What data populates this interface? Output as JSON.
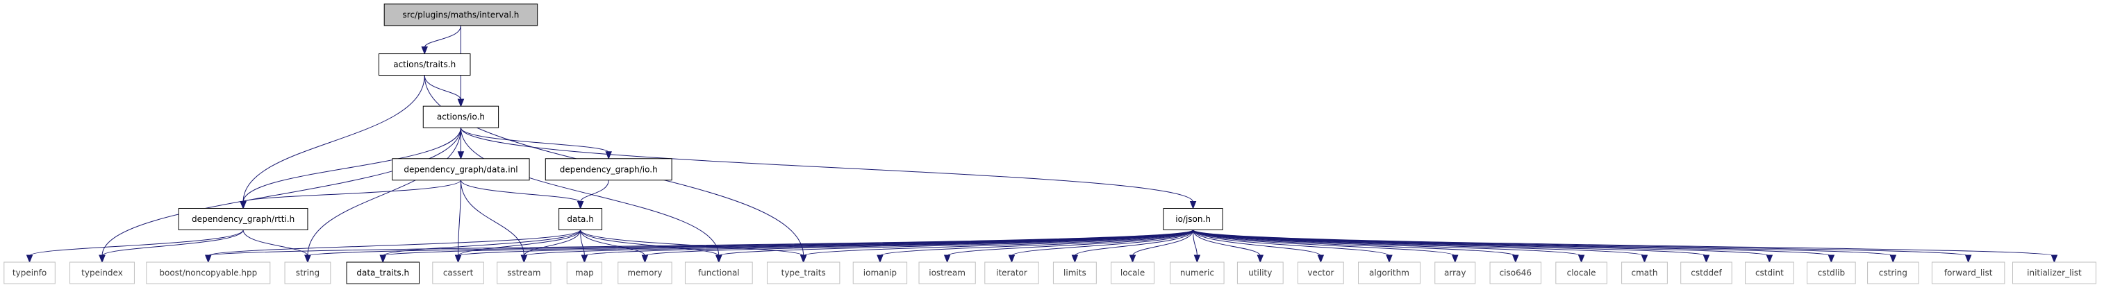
{
  "colors": {
    "edge": "#191970",
    "root_fill": "#bfbfbf",
    "internal_border": "#000000",
    "external_border": "#bfbfbf",
    "external_text": "#404040",
    "text": "#000000"
  },
  "nodes": [
    {
      "id": "interval",
      "label": "src/plugins/maths/interval.h",
      "kind": "root"
    },
    {
      "id": "traits",
      "label": "actions/traits.h",
      "kind": "internal"
    },
    {
      "id": "io",
      "label": "actions/io.h",
      "kind": "internal"
    },
    {
      "id": "dg_data_inl",
      "label": "dependency_graph/data.inl",
      "kind": "internal"
    },
    {
      "id": "dg_io",
      "label": "dependency_graph/io.h",
      "kind": "internal"
    },
    {
      "id": "rtti",
      "label": "dependency_graph/rtti.h",
      "kind": "internal"
    },
    {
      "id": "data",
      "label": "data.h",
      "kind": "internal"
    },
    {
      "id": "json",
      "label": "io/json.h",
      "kind": "internal"
    },
    {
      "id": "typeinfo",
      "label": "typeinfo",
      "kind": "external"
    },
    {
      "id": "typeindex",
      "label": "typeindex",
      "kind": "external"
    },
    {
      "id": "noncopyable",
      "label": "boost/noncopyable.hpp",
      "kind": "external"
    },
    {
      "id": "string",
      "label": "string",
      "kind": "external"
    },
    {
      "id": "data_traits",
      "label": "data_traits.h",
      "kind": "internal"
    },
    {
      "id": "cassert",
      "label": "cassert",
      "kind": "external"
    },
    {
      "id": "sstream",
      "label": "sstream",
      "kind": "external"
    },
    {
      "id": "map",
      "label": "map",
      "kind": "external"
    },
    {
      "id": "memory",
      "label": "memory",
      "kind": "external"
    },
    {
      "id": "functional",
      "label": "functional",
      "kind": "external"
    },
    {
      "id": "type_traits",
      "label": "type_traits",
      "kind": "external"
    },
    {
      "id": "iomanip",
      "label": "iomanip",
      "kind": "external"
    },
    {
      "id": "iostream",
      "label": "iostream",
      "kind": "external"
    },
    {
      "id": "iterator",
      "label": "iterator",
      "kind": "external"
    },
    {
      "id": "limits",
      "label": "limits",
      "kind": "external"
    },
    {
      "id": "locale",
      "label": "locale",
      "kind": "external"
    },
    {
      "id": "numeric",
      "label": "numeric",
      "kind": "external"
    },
    {
      "id": "utility",
      "label": "utility",
      "kind": "external"
    },
    {
      "id": "vector",
      "label": "vector",
      "kind": "external"
    },
    {
      "id": "algorithm",
      "label": "algorithm",
      "kind": "external"
    },
    {
      "id": "array",
      "label": "array",
      "kind": "external"
    },
    {
      "id": "ciso646",
      "label": "ciso646",
      "kind": "external"
    },
    {
      "id": "clocale",
      "label": "clocale",
      "kind": "external"
    },
    {
      "id": "cmath",
      "label": "cmath",
      "kind": "external"
    },
    {
      "id": "cstddef",
      "label": "cstddef",
      "kind": "external"
    },
    {
      "id": "cstdint",
      "label": "cstdint",
      "kind": "external"
    },
    {
      "id": "cstdlib",
      "label": "cstdlib",
      "kind": "external"
    },
    {
      "id": "cstring",
      "label": "cstring",
      "kind": "external"
    },
    {
      "id": "forward_list",
      "label": "forward_list",
      "kind": "external"
    },
    {
      "id": "initializer_list",
      "label": "initializer_list",
      "kind": "external"
    }
  ],
  "edges": [
    [
      "interval",
      "traits"
    ],
    [
      "interval",
      "io"
    ],
    [
      "traits",
      "io"
    ],
    [
      "traits",
      "rtti"
    ],
    [
      "traits",
      "type_traits"
    ],
    [
      "io",
      "rtti"
    ],
    [
      "io",
      "dg_data_inl"
    ],
    [
      "io",
      "dg_io"
    ],
    [
      "io",
      "json"
    ],
    [
      "io",
      "typeindex"
    ],
    [
      "io",
      "string"
    ],
    [
      "io",
      "functional"
    ],
    [
      "dg_data_inl",
      "rtti"
    ],
    [
      "dg_data_inl",
      "data"
    ],
    [
      "dg_data_inl",
      "cassert"
    ],
    [
      "dg_data_inl",
      "sstream"
    ],
    [
      "dg_io",
      "data"
    ],
    [
      "rtti",
      "typeinfo"
    ],
    [
      "rtti",
      "typeindex"
    ],
    [
      "rtti",
      "string"
    ],
    [
      "data",
      "noncopyable"
    ],
    [
      "data",
      "data_traits"
    ],
    [
      "data",
      "cassert"
    ],
    [
      "data",
      "sstream"
    ],
    [
      "data",
      "map"
    ],
    [
      "data",
      "memory"
    ],
    [
      "data",
      "functional"
    ],
    [
      "data",
      "type_traits"
    ],
    [
      "json",
      "noncopyable"
    ],
    [
      "json",
      "string"
    ],
    [
      "json",
      "data_traits"
    ],
    [
      "json",
      "cassert"
    ],
    [
      "json",
      "sstream"
    ],
    [
      "json",
      "map"
    ],
    [
      "json",
      "memory"
    ],
    [
      "json",
      "functional"
    ],
    [
      "json",
      "type_traits"
    ],
    [
      "json",
      "iomanip"
    ],
    [
      "json",
      "iostream"
    ],
    [
      "json",
      "iterator"
    ],
    [
      "json",
      "limits"
    ],
    [
      "json",
      "locale"
    ],
    [
      "json",
      "numeric"
    ],
    [
      "json",
      "utility"
    ],
    [
      "json",
      "vector"
    ],
    [
      "json",
      "algorithm"
    ],
    [
      "json",
      "array"
    ],
    [
      "json",
      "ciso646"
    ],
    [
      "json",
      "clocale"
    ],
    [
      "json",
      "cmath"
    ],
    [
      "json",
      "cstddef"
    ],
    [
      "json",
      "cstdint"
    ],
    [
      "json",
      "cstdlib"
    ],
    [
      "json",
      "cstring"
    ],
    [
      "json",
      "forward_list"
    ],
    [
      "json",
      "initializer_list"
    ]
  ]
}
